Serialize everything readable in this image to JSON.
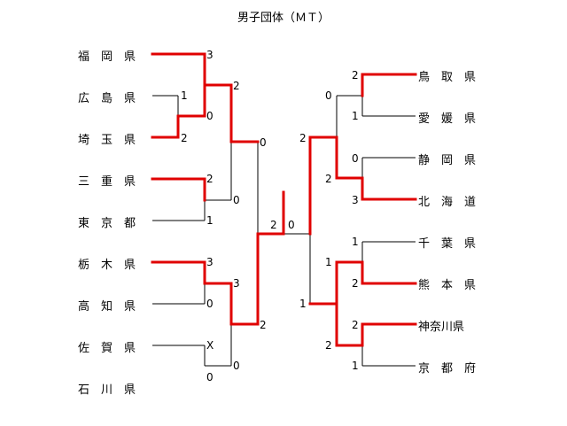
{
  "title": "男子団体（ＭＴ）",
  "colors": {
    "winner_line": "#e00000",
    "line": "#000000"
  },
  "left_teams": [
    "福　岡　県",
    "広　島　県",
    "埼　玉　県",
    "三　重　県",
    "東　京　都",
    "栃　木　県",
    "高　知　県",
    "佐　賀　県",
    "石　川　県"
  ],
  "right_teams": [
    "鳥　取　県",
    "愛　媛　県",
    "静　岡　県",
    "北　海　道",
    "千　葉　県",
    "熊　本　県",
    "神奈川県",
    "京　都　府"
  ],
  "scores": {
    "l_fukuoka_r1": "3",
    "l_hiroshima_pre": "1",
    "l_saitama_pre": "2",
    "l_hs_r1": "0",
    "l_fukuoka_r2": "2",
    "l_mie_r1": "2",
    "l_tokyo_r1": "1",
    "l_top_sf": "0",
    "l_mt_r2": "0",
    "l_tochigi_r1": "3",
    "l_kochi_r1": "0",
    "l_tk_r2": "3",
    "l_saga_r1": "X",
    "l_ishikawa_r1": "0",
    "l_bottom_sf": "2",
    "l_is_r2": "0",
    "final_left": "2",
    "final_right": "0",
    "r_tottori_r1": "2",
    "r_ehime_r1": "1",
    "r_shizuoka_r1": "0",
    "r_hokkaido_r1": "3",
    "r_top_sf": "0",
    "r_sh_r2": "2",
    "r_top_win": "2",
    "r_chiba_r1": "1",
    "r_kumamoto_r1": "2",
    "r_kanagawa_r1": "2",
    "r_kyoto_r1": "1",
    "r_ck_r2": "1",
    "r_bottom_sf": "1",
    "r_kk_r2": "2"
  }
}
